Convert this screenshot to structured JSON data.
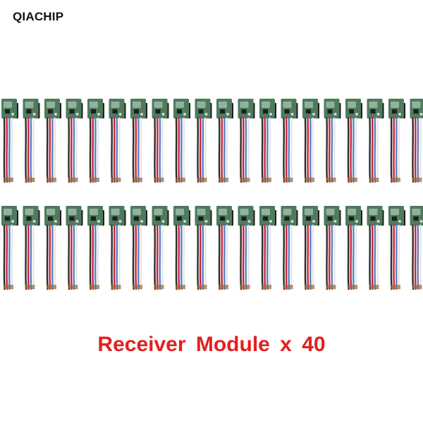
{
  "brand": {
    "name": "QIACHIP",
    "color": "#111111"
  },
  "product": {
    "caption": "Receiver  Module  x  40",
    "caption_color": "#e3201f",
    "module_count": 40,
    "rows": 2,
    "modules_per_row": 20
  },
  "module_colors": {
    "pcb": "#4f7a5e",
    "pcb_light": "#8fb39b",
    "chip": "#1e1e1e",
    "wire_red": "#c8233a",
    "wire_blue": "#5b7fc4",
    "wire_black": "#2a2a2a",
    "wire_white": "#e6e6e6"
  }
}
